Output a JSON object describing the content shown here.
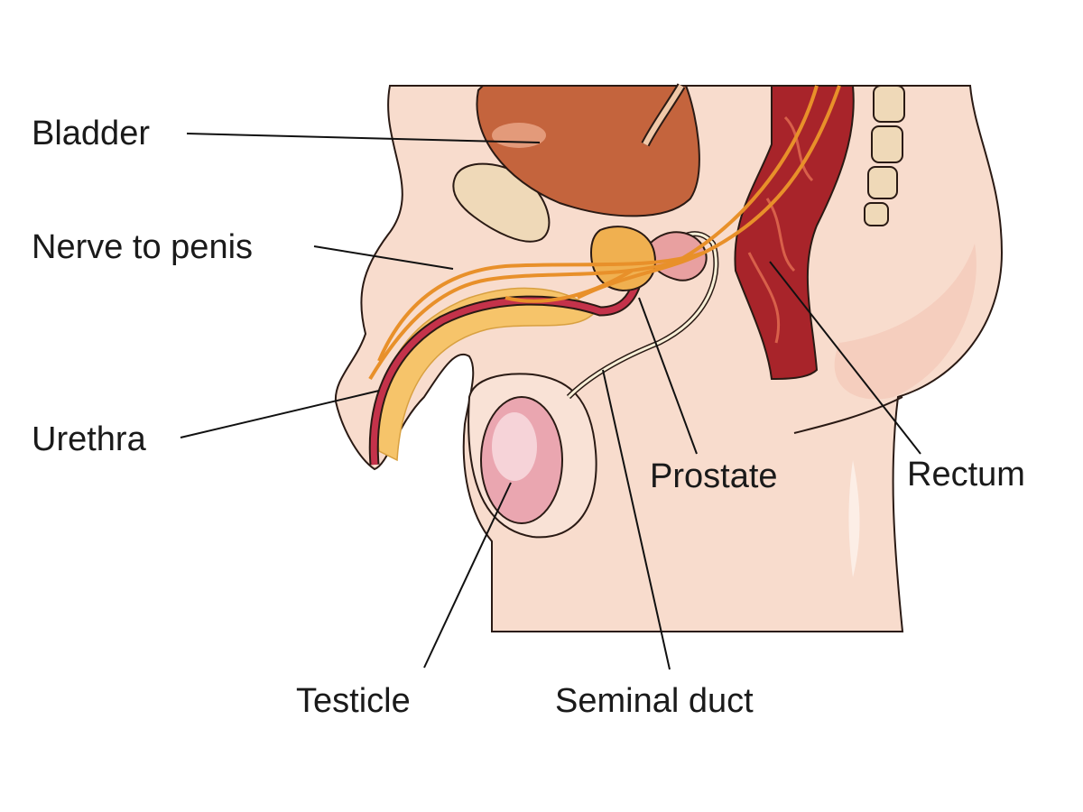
{
  "diagram": {
    "labels": {
      "bladder": "Bladder",
      "nerve": "Nerve to penis",
      "urethra": "Urethra",
      "testicle": "Testicle",
      "seminal_duct": "Seminal duct",
      "prostate": "Prostate",
      "rectum": "Rectum"
    },
    "colors": {
      "skin": "#f8dccd",
      "bladder": "#c4643d",
      "rectum": "#a8242a",
      "nerve": "#e8902a",
      "prostate": "#f0b050",
      "testicle": "#eaa6b0",
      "bone": "#efd9b8"
    }
  }
}
